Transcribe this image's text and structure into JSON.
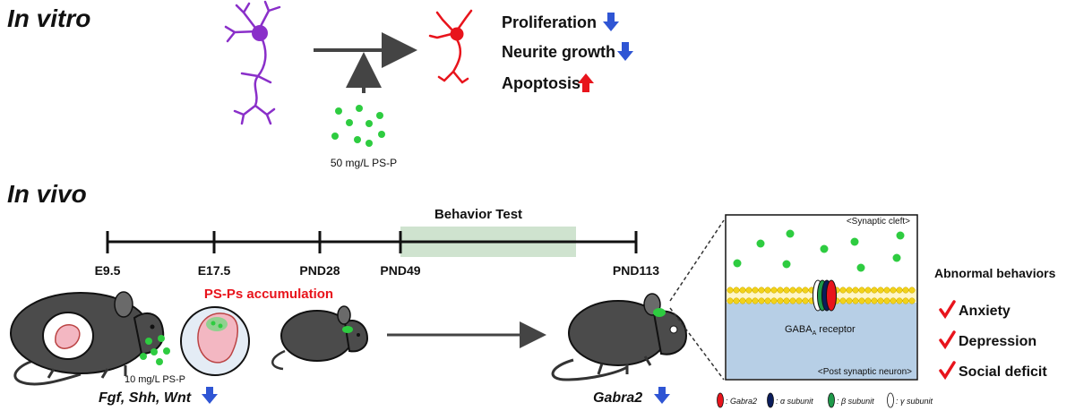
{
  "in_vitro": {
    "heading": "In vitro",
    "dose_label": "50 mg/L PS-P",
    "effects": [
      {
        "label": "Proliferation",
        "direction": "down"
      },
      {
        "label": "Neurite growth",
        "direction": "down"
      },
      {
        "label": "Apoptosis",
        "direction": "up"
      }
    ]
  },
  "in_vivo": {
    "heading": "In vivo",
    "behavior_test_label": "Behavior Test",
    "timeline": [
      "E9.5",
      "E17.5",
      "PND28",
      "PND49",
      "PND113"
    ],
    "accumulation_label": "PS-Ps accumulation",
    "dose_label": "10 mg/L PS-P",
    "genes_label": "Fgf, Shh, Wnt",
    "gabra2_label": "Gabra2"
  },
  "synapse": {
    "cleft_label": "<Synaptic cleft>",
    "receptor_label": "GABA",
    "receptor_subscript": "A",
    "receptor_suffix": " receptor",
    "post_label": "<Post synaptic neuron>"
  },
  "legend": [
    {
      "label": ": Gabra2",
      "color": "#e8141c"
    },
    {
      "label": ": α subunit",
      "color": "#0b1d5c"
    },
    {
      "label": ": β subunit",
      "color": "#1e9a4a"
    },
    {
      "label": ": γ subunit",
      "color": "#ffffff"
    }
  ],
  "abnormal": {
    "title": "Abnormal behaviors",
    "items": [
      "Anxiety",
      "Depression",
      "Social deficit"
    ]
  },
  "colors": {
    "arrow_down": "#2f55d4",
    "arrow_up": "#e8141c",
    "particle": "#2ecc40",
    "neuron_normal": "#8a2fc9",
    "neuron_damaged": "#e8141c",
    "accent_red": "#e8141c",
    "behavior_band": "#cfe3cf",
    "postsynaptic": "#b7cfe6",
    "membrane": "#f2d21b"
  }
}
